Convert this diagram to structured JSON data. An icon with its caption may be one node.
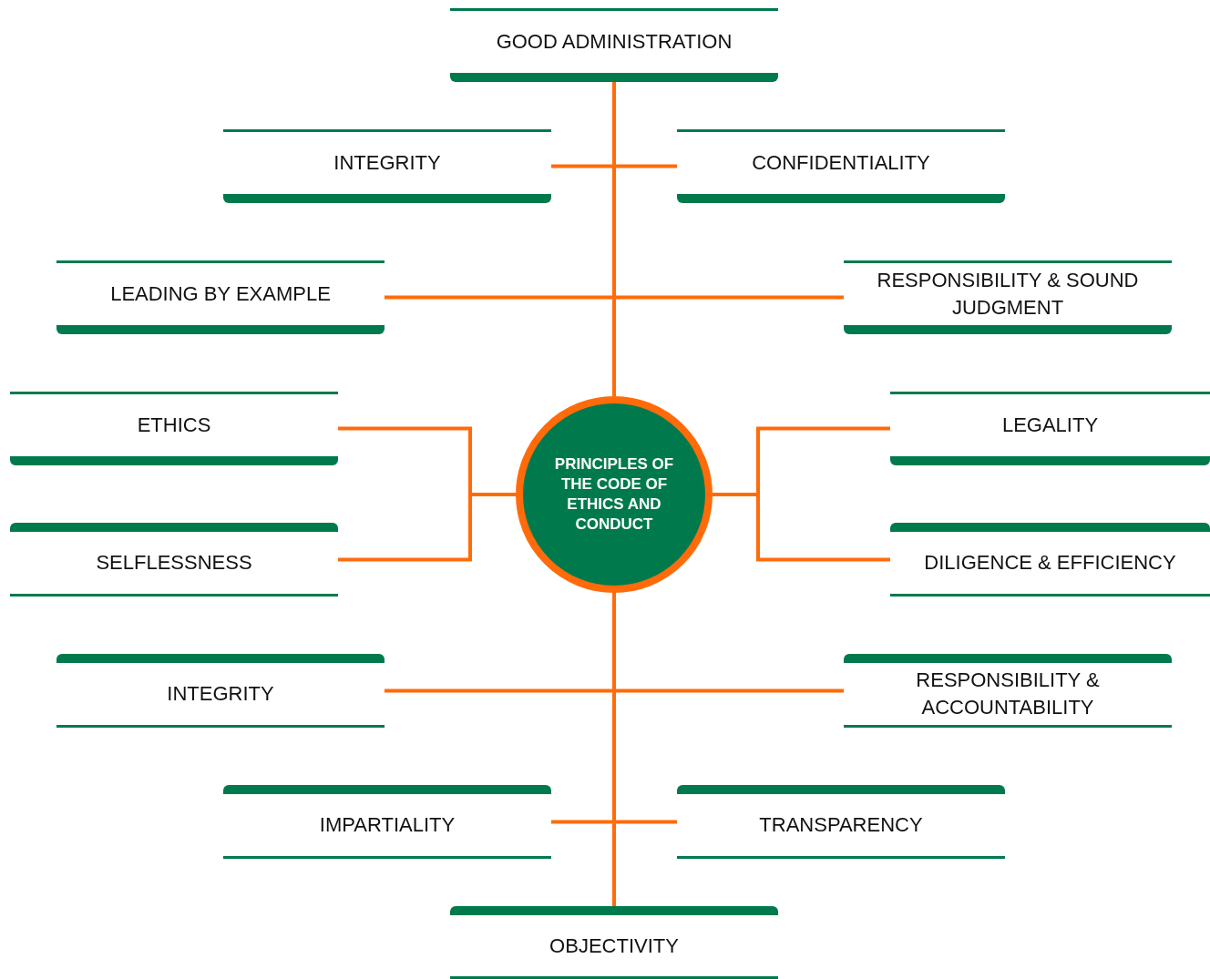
{
  "diagram": {
    "nodes": [
      {
        "text": [
          "GOOD ADMINISTRATION"
        ]
      },
      {
        "text": [
          "INTEGRITY"
        ]
      },
      {
        "text": [
          "CONFIDENTIALITY"
        ]
      },
      {
        "text": [
          "LEADING BY EXAMPLE"
        ]
      },
      {
        "text": [
          "RESPONSIBILITY & SOUND JUDGMENT"
        ]
      },
      {
        "text": [
          "ETHICS"
        ]
      },
      {
        "text": [
          "PRINCIPLES OF THE CODE OF ETHICS AND CONDUCT"
        ]
      },
      {
        "text": [
          "LEGALITY"
        ]
      },
      {
        "text": [
          "SELFLESSNESS"
        ]
      },
      {
        "text": [
          "DILIGENCE & EFFICIENCY"
        ]
      },
      {
        "text": [
          "INTEGRITY"
        ]
      },
      {
        "text": [
          "RESPONSIBILITY & ACCOUNTABILITY"
        ]
      },
      {
        "text": [
          "IMPARTIALITY"
        ]
      },
      {
        "text": [
          "TRANSPARENCY"
        ]
      },
      {
        "text": [
          "OBJECTIVITY"
        ]
      }
    ],
    "edges": [
      {
        "from": 6,
        "to": 0,
        "arrow": "none"
      },
      {
        "from": 6,
        "to": 1,
        "arrow": "none"
      },
      {
        "from": 6,
        "to": 2,
        "arrow": "none"
      },
      {
        "from": 6,
        "to": 3,
        "arrow": "none"
      },
      {
        "from": 6,
        "to": 4,
        "arrow": "none"
      },
      {
        "from": 6,
        "to": 5,
        "arrow": "none"
      },
      {
        "from": 6,
        "to": 7,
        "arrow": "none"
      },
      {
        "from": 6,
        "to": 8,
        "arrow": "none"
      },
      {
        "from": 6,
        "to": 9,
        "arrow": "none"
      },
      {
        "from": 6,
        "to": 10,
        "arrow": "none"
      },
      {
        "from": 6,
        "to": 11,
        "arrow": "none"
      },
      {
        "from": 6,
        "to": 12,
        "arrow": "none"
      },
      {
        "from": 6,
        "to": 13,
        "arrow": "none"
      },
      {
        "from": 6,
        "to": 14,
        "arrow": "none"
      }
    ]
  }
}
